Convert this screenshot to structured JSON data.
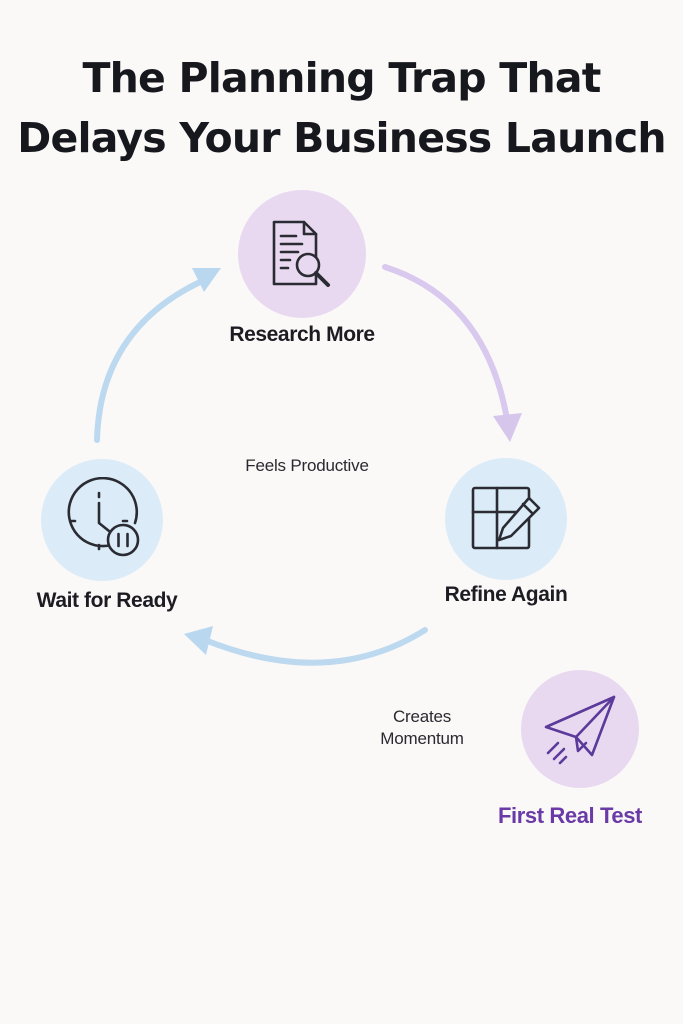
{
  "title": {
    "line1": "The Planning Trap That",
    "line2": "Delays Your Business Launch"
  },
  "cycle": {
    "center_note": "Feels Productive",
    "nodes": [
      {
        "label": "Research More",
        "icon": "document-search-icon",
        "color": "#e8d9f1"
      },
      {
        "label": "Refine Again",
        "icon": "grid-pencil-icon",
        "color": "#dbecf8"
      },
      {
        "label": "Wait for Ready",
        "icon": "clock-pause-icon",
        "color": "#dbecf8"
      }
    ]
  },
  "exit": {
    "note_line1": "Creates",
    "note_line2": "Momentum",
    "label": "First Real Test",
    "label_color": "#6a3aa6",
    "icon": "paper-plane-icon"
  },
  "colors": {
    "arrow_purple": "#d6c6ec",
    "arrow_blue": "#b9d8f0",
    "icon_stroke": "#2b2b33",
    "plane_stroke": "#5b3a9a"
  }
}
